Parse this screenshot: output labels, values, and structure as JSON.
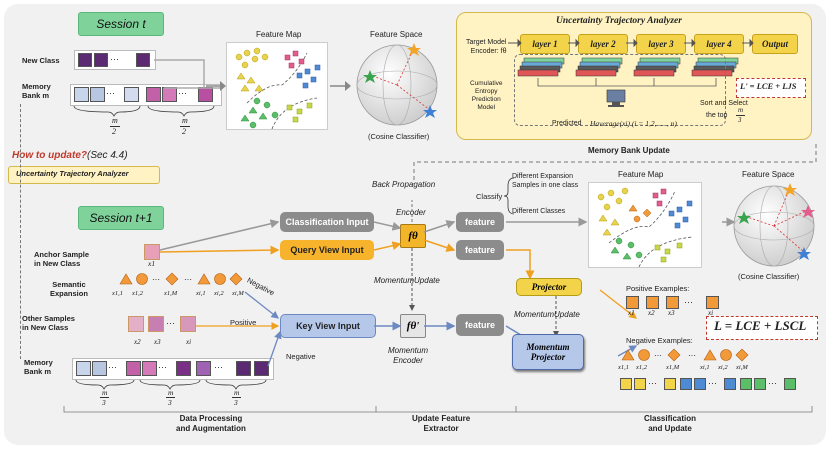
{
  "sessions": {
    "t": "Session t",
    "t1": "Session t+1"
  },
  "top_left": {
    "new_class": "New Class",
    "memory_bank": "Memory\nBank",
    "memory_bank_m": "m",
    "dots": "···",
    "frac_m2_num": "m",
    "frac_m2_den": "2"
  },
  "feature_map": "Feature Map",
  "feature_space": "Feature Space",
  "cosine_classifier": "(Cosine Classifier)",
  "uta": {
    "title": "Uncertainty Trajectory Analyzer",
    "target_model": "Target Model",
    "encoder": "Encoder: fθ",
    "layers": [
      "layer 1",
      "layer 2",
      "layer 3",
      "layer 4",
      "Output"
    ],
    "cumulative": [
      "Cumulative",
      "Entropy",
      "Prediction",
      "Model"
    ],
    "predicted": "Predicted",
    "h_avg": "Haverage(xi) (i = 1,2, … , n)",
    "sort_select": "Sort and Select",
    "the_top": "the top",
    "frac_num": "m",
    "frac_den": "3",
    "loss": "L' = LCE + LJS"
  },
  "memory_bank_update": "Memory Bank Update",
  "how_to_update": "How to update?",
  "sec_ref": "(Sec 4.4)",
  "uta_tag": "Uncertainty Trajectory Analyzer",
  "middle": {
    "back_propagation": "Back Propagation",
    "encoder": "Encoder",
    "classification_input": "Classification Input",
    "query_view_input": "Query View Input",
    "key_view_input": "Key View Input",
    "momentum_update": "MomentumUpdate",
    "momentum_encoder": [
      "Momentum",
      "Encoder"
    ],
    "feature": "feature",
    "f_theta": "fθ",
    "f_theta_prime": "fθ'",
    "negative": "Negative",
    "positive": "Positive"
  },
  "left_lower": {
    "anchor_sample": [
      "Anchor Sample",
      "in New Class"
    ],
    "x1": "x1",
    "semantic_expansion": [
      "Semantic",
      "Expansion"
    ],
    "expansion_labels": [
      "x1,1",
      "x1,2",
      "x1,M",
      "xi,1",
      "xi,2",
      "xi,M"
    ],
    "other_samples": [
      "Other Samples",
      "in New Class"
    ],
    "other_labels": [
      "x2",
      "x3",
      "xi"
    ],
    "memory_bank": [
      "Memory",
      "Bank m"
    ],
    "frac_num": "m",
    "frac_den": "3"
  },
  "right": {
    "classify": "Classify",
    "different_expansion": [
      "Different Expansion",
      "Samples in one class"
    ],
    "different_classes": "Different Classes",
    "projector": "Projector",
    "momentum_projector": [
      "Momentum",
      "Projector"
    ],
    "momentum_update": "MomentumUpdate",
    "positive_examples": "Positive Examples:",
    "positive_labels": [
      "x1",
      "x2",
      "x3",
      "xi"
    ],
    "negative_examples": "Negative Examples:",
    "negative_labels": [
      "x1,1",
      "x1,2",
      "x1,M",
      "xi,1",
      "xi,2",
      "xi,M"
    ],
    "loss": "L = LCE + LSCL"
  },
  "bottom": {
    "data_processing": [
      "Data Processing",
      "and Augmentation"
    ],
    "update_feature": [
      "Update Feature",
      "Extractor"
    ],
    "classification_update": [
      "Classification",
      "and Update"
    ]
  },
  "colors": {
    "session_green": "#7fd39a",
    "layer_yellow": "#f3d34a",
    "uta_panel": "#fff3c4",
    "gray_box": "#8c8c8c",
    "query_orange": "#f7b32b",
    "key_blue": "#b6c8ea",
    "loss_red": "#c0392b"
  }
}
